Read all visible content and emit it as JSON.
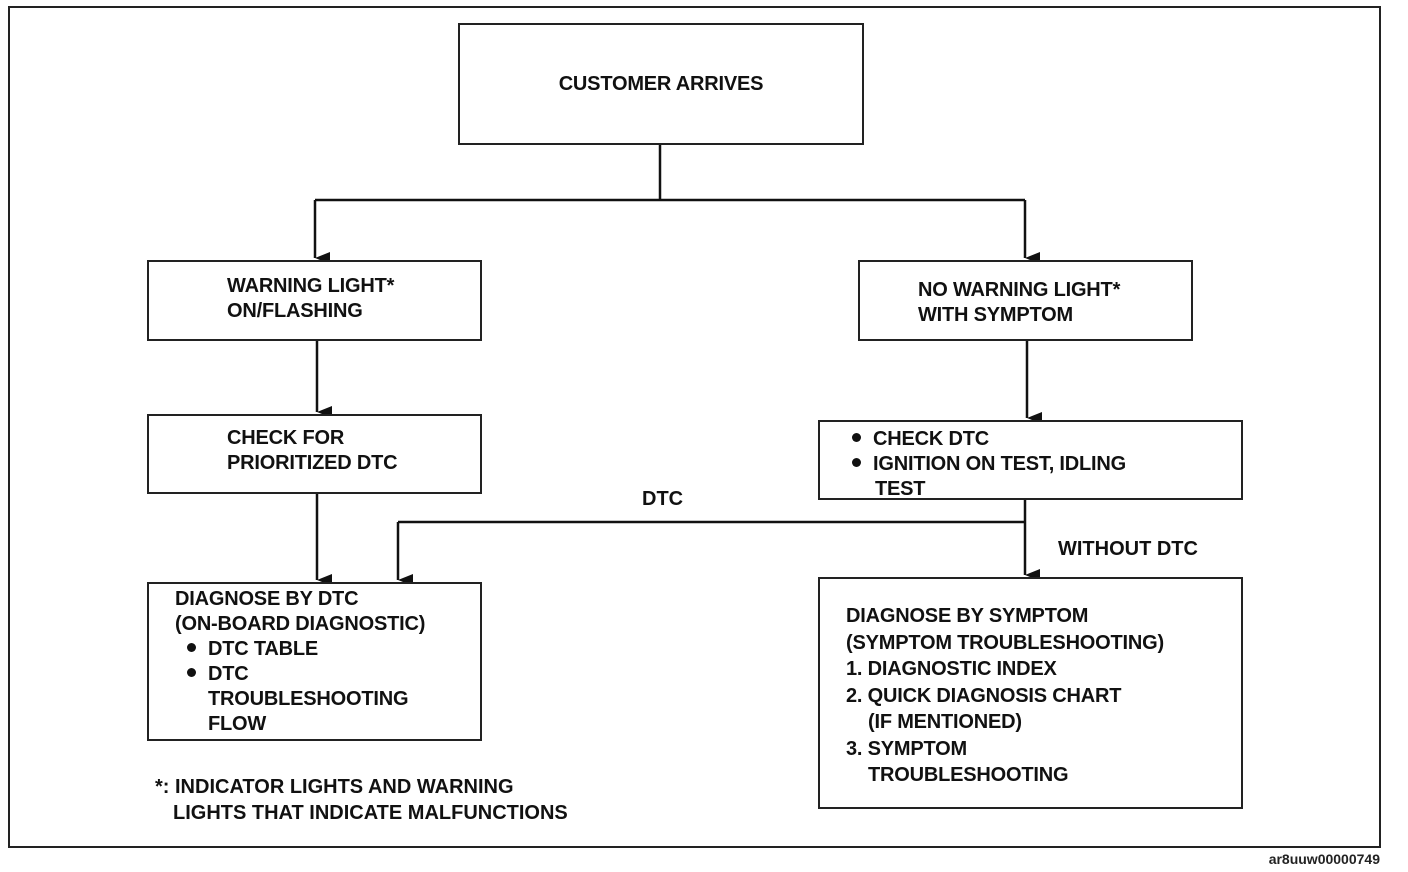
{
  "nodes": {
    "customer_arrives": "CUSTOMER ARRIVES",
    "warning_light": [
      "WARNING LIGHT*",
      "ON/FLASHING"
    ],
    "no_warning_light": [
      "NO WARNING LIGHT*",
      "WITH SYMPTOM"
    ],
    "check_prioritized": [
      "CHECK FOR",
      "PRIORITIZED DTC"
    ],
    "check_dtc": {
      "bullets": [
        "CHECK DTC",
        "IGNITION ON TEST, IDLING"
      ],
      "continuation": "TEST"
    },
    "diagnose_dtc": {
      "lines": [
        "DIAGNOSE BY DTC",
        "(ON-BOARD DIAGNOSTIC)"
      ],
      "bullet_1": "DTC TABLE",
      "bullet_2": "DTC",
      "bullet_2_cont": [
        "TROUBLESHOOTING",
        "FLOW"
      ]
    },
    "diagnose_symptom": {
      "lines": [
        "DIAGNOSE BY SYMPTOM",
        "(SYMPTOM TROUBLESHOOTING)"
      ],
      "items": [
        "1. DIAGNOSTIC INDEX",
        "2. QUICK DIAGNOSIS CHART",
        "(IF MENTIONED)",
        "3. SYMPTOM",
        "TROUBLESHOOTING"
      ]
    }
  },
  "edge_labels": {
    "dtc": "DTC",
    "without_dtc": "WITHOUT DTC"
  },
  "footnote": [
    "*: INDICATOR LIGHTS AND WARNING",
    "LIGHTS THAT INDICATE MALFUNCTIONS"
  ],
  "figure_ref": "ar8uuw00000749"
}
